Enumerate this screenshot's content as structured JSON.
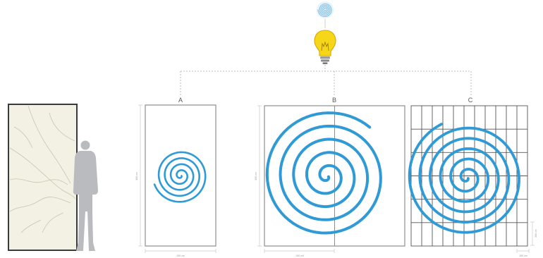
{
  "colors": {
    "spiral": "#2f9ad6",
    "spiral_light": "#7cc3ec",
    "bulb": "#f6d618",
    "bulb_outline": "#d8a800",
    "frame": "#8e8e8e",
    "grid": "#555555",
    "connector": "#aaaaaa",
    "silhouette": "#b9bbbf",
    "marble_frame": "#3a3a3a",
    "marble_fill": "#f2f1e3",
    "marble_vein": "#c9c6ae"
  },
  "icons": {
    "spiral_symbol": "spiral-icon",
    "lightbulb": "lightbulb-icon",
    "person": "human-silhouette-icon"
  },
  "panels": {
    "a": {
      "label": "A",
      "width_text": "150 cm",
      "height_text": "300 cm"
    },
    "b": {
      "label": "B",
      "width_text": "150 cm",
      "height_text": "300 cm"
    },
    "c": {
      "label": "C",
      "width_text": "150 cm",
      "height_text": "300 cm"
    }
  }
}
